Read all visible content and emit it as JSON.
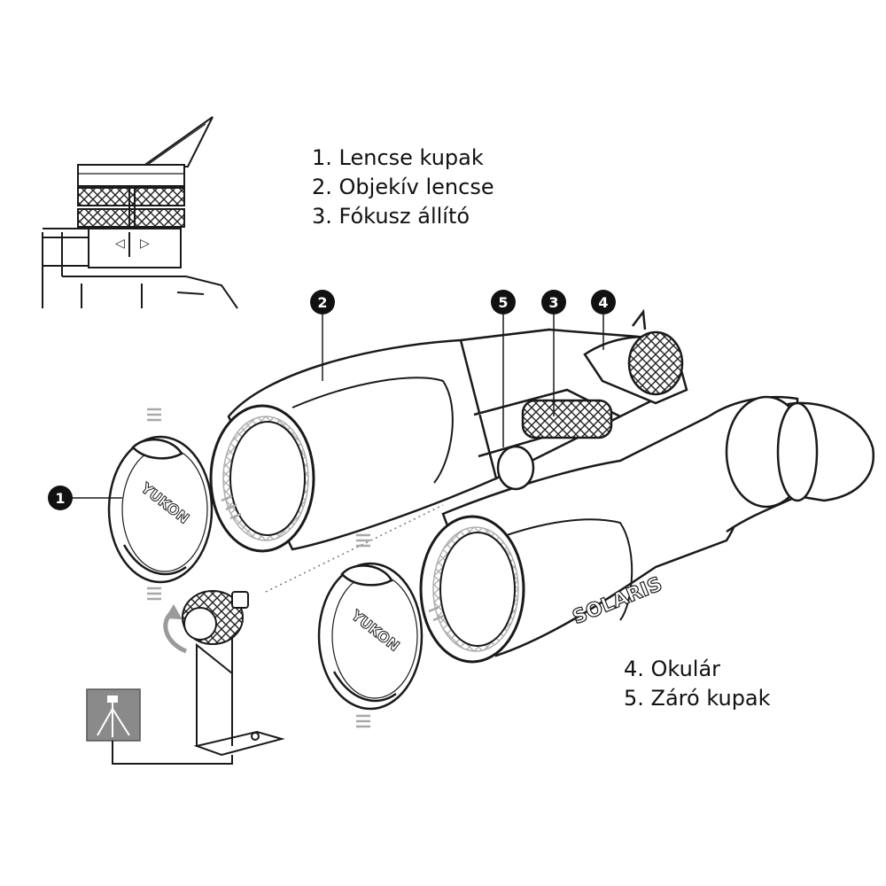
{
  "legend_top": [
    "1. Lencse kupak",
    "2. Objekív lencse",
    "3. Fókusz állító"
  ],
  "legend_bottom": [
    "4. Okulár",
    "5. Záró kupak"
  ],
  "callouts": [
    "1",
    "2",
    "3",
    "4",
    "5"
  ],
  "brand_cap": "YUKON",
  "brand_body": "SOLARIS",
  "colors": {
    "ink": "#1a1a1a",
    "badge": "#111111",
    "tripod_box": "#8a8a8a"
  },
  "icons": [
    "tripod-icon",
    "rotate-arrow-icon"
  ]
}
